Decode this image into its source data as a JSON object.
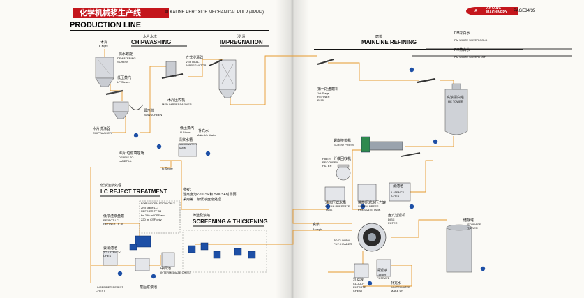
{
  "header": {
    "title_cn": "化学机械浆生产线",
    "title_en": "ALKALINE PEROXIDE MECHANICAL PULP (APMP)",
    "production_line": "PRODUCTION LINE",
    "brand_top": "ANYANG",
    "brand_bottom": "MACHINERY",
    "page": "PAGE34/35"
  },
  "sections": {
    "chipwashing_cn": "木片水洗",
    "chipwashing": "CHIPWASHING",
    "impregnation_cn": "浸 渍",
    "impregnation": "IMPREGNATION",
    "refining_cn": "磨浆",
    "refining": "MAINLINE REFINING",
    "lc_reject_cn": "低浓渣浆处理",
    "lc_reject": "LC REJECT TREATMENT",
    "screening_cn": "筛选及浓缩",
    "screening": "SCREENING & THICKENING"
  },
  "labels": {
    "chips_cn": "木片",
    "chips": "Chips",
    "dewatering_cn": "防水螺旋",
    "dewatering": "DEWATERING",
    "dewatering2": "SCREW",
    "lp_steam_cn": "低压蒸汽",
    "lp_steam": "LP Steam",
    "vimp_cn": "立式浸渍器",
    "vimp1": "VERTICAL",
    "vimp2": "IMPREGNATOR",
    "msd_cn": "木片压榨机",
    "msd": "MSD IMPRESSAFINER",
    "bowscreen_cn": "弧形筛",
    "bowscreen": "BOWSCREEN",
    "chipwasher_cn": "木片洗涤器",
    "chipwasher": "CHIPWASHER",
    "debris_cn": "碎片 垃圾填埋场",
    "debris1": "DEBRIS TO",
    "debris2": "LANDFILL",
    "lp2_cn": "低压蒸汽",
    "lp2_a": "LP Steam",
    "lp2_cn2": "补充水",
    "lp2_b": "Make Up Water",
    "wwt_cn": "清浆水槽",
    "wwt1": "WASHWATER",
    "wwt2": "TANK",
    "to_sewer": "to Sewer",
    "pm_cold_cn": "PM冷白水",
    "pm_cold": "PM WHITE WATER  COLD",
    "pm_hot_cn": "PM热白水",
    "pm_hot": "PM WHITE WATER  HOT",
    "refiner_cn": "第一段盘磨机",
    "refiner1": "1st Stage",
    "refiner2": "REFINER",
    "refiner3": "2070",
    "hc_cn": "高浓漂白塔",
    "hc": "HC TOWER",
    "screwpress_cn": "螺旋挤浆机",
    "screwpress": "SCREW PRESS",
    "fiber_cn": "纤维回收机",
    "fiber1": "FIBER",
    "fiber2": "RECOVERY",
    "fiber3": "FILTER",
    "latency_cn": "消潜池",
    "latency1": "LATENCY",
    "latency2": "CHEST",
    "cpt_cn": "清洁压滤水槽",
    "cpt1": "CLEAN PRESSATE",
    "cpt2": "TANK",
    "spt_cn": "螺旋压滤水压力罐",
    "spt1": "SCREW PRESS",
    "spt2": "PRESSATE TANK",
    "info1": "FOR INFORMATION ONLY",
    "info2": "2nd stage LC",
    "info3": "REFINER TF 34",
    "info4": "for 250 ml CSF and",
    "info5": "220 ml CSF only",
    "ref_cn1": "参考：",
    "ref_cn2": "游离度为220CSF和250CSF时需要",
    "ref_cn3": "采用第二级低浓盘磨处理",
    "lcref_cn": "低浓渣浆盘磨",
    "lcref1": "REJECT LC",
    "lcref2": "REFINER TF 34",
    "tolat_cn": "去消潜池",
    "tolat1": "TO LATENCY",
    "tolat2": "CHEST",
    "midslurry_cn": "中间池",
    "midslurry": "INTERMEDIATE CHEST",
    "unref1": "UNREFINED REJECT",
    "unref2": "CHEST",
    "unref_cn": "磨后浆液池",
    "accepts_cn": "良浆",
    "accepts": "Accepts",
    "disc_cn": "盘式过滤机",
    "disc1": "DISC",
    "disc2": "FILTER",
    "cloudy1": "TO CLOUDY",
    "cloudy2": "FILT. HEADER",
    "cft_cn": "过滤液",
    "cft1": "CLOUDY",
    "cft2": "FILTRATE",
    "cft3": "CHEST",
    "clr_cn": "清滤液",
    "clr1": "CLEAR",
    "clr2": "FILTRATE",
    "wwm_cn": "补充水",
    "wwm1": "WHITE WATER",
    "wwm2": "MAKE UP",
    "storage_cn": "储存塔",
    "storage1": "STORAGE",
    "storage2": "TOWER"
  },
  "colors": {
    "brand_red": "#c4161c",
    "flow_orange": "#e69a2e",
    "pump_blue": "#1d4fa6",
    "equipment_grey": "#c9ccd2",
    "screwpress_green": "#2e8a4e"
  }
}
